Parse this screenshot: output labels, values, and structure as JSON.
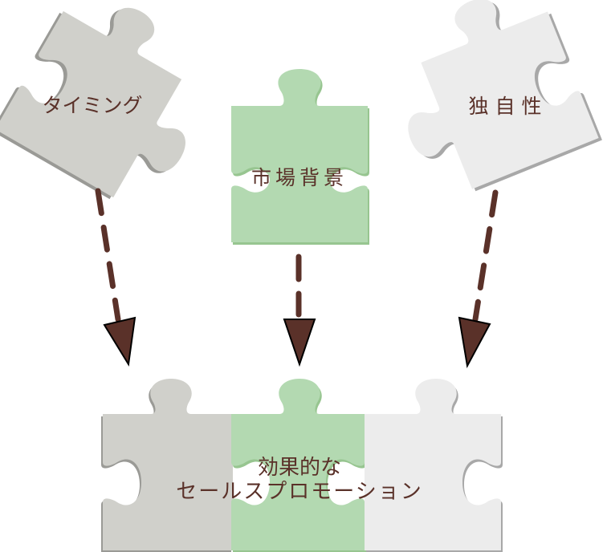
{
  "diagram": {
    "title": "",
    "colors": {
      "gray_piece": "#d0d0cb",
      "green_piece": "#b3d9b1",
      "light_piece": "#ececec",
      "shadow_gray": "#9a9a96",
      "shadow_green": "#97c590",
      "text": "#5a3129",
      "arrow": "#5a3129"
    },
    "top_pieces": [
      {
        "id": "timing",
        "label": "タイミング",
        "color": "gray"
      },
      {
        "id": "market",
        "label": "市場背景",
        "color": "green"
      },
      {
        "id": "uniqueness",
        "label": "独自性",
        "color": "light"
      }
    ],
    "bottom": {
      "line1": "効果的な",
      "line2": "セールスプロモーション"
    },
    "arrows": [
      {
        "from": "timing",
        "to": "bottom-left",
        "style": "dashed"
      },
      {
        "from": "market",
        "to": "bottom-center",
        "style": "dashed"
      },
      {
        "from": "uniqueness",
        "to": "bottom-right",
        "style": "dashed"
      }
    ]
  }
}
